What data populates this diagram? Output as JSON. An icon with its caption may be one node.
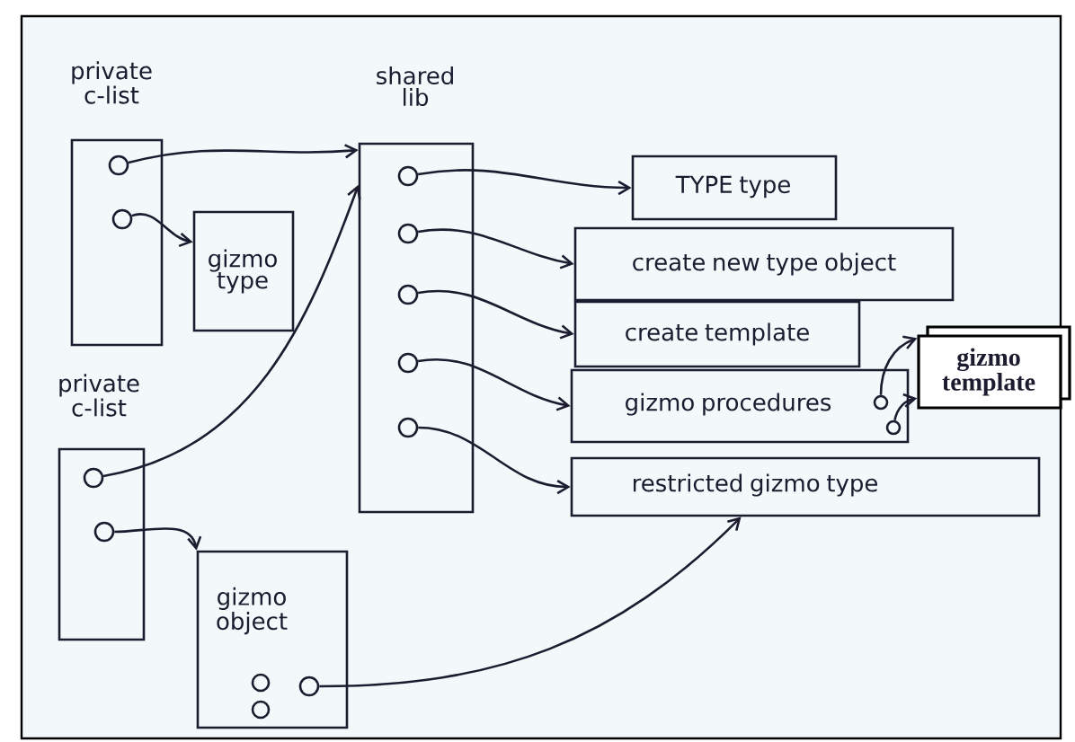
{
  "diagram": {
    "nodes": [
      {
        "text": [
          "private c-list"
        ]
      },
      {
        "text": [],
        "shape": "circle",
        "in": 0
      },
      {
        "text": [],
        "shape": "circle",
        "in": 0
      },
      {
        "text": [
          "gizmo type"
        ]
      },
      {
        "text": [
          "shared lib"
        ]
      },
      {
        "text": [],
        "shape": "circle",
        "in": 4
      },
      {
        "text": [],
        "shape": "circle",
        "in": 4
      },
      {
        "text": [],
        "shape": "circle",
        "in": 4
      },
      {
        "text": [],
        "shape": "circle",
        "in": 4
      },
      {
        "text": [],
        "shape": "circle",
        "in": 4
      },
      {
        "text": [
          "TYPE type"
        ]
      },
      {
        "text": [
          "create new type object"
        ]
      },
      {
        "text": [
          "create template"
        ]
      },
      {
        "text": [
          "gizmo procedures"
        ]
      },
      {
        "text": [],
        "shape": "circle",
        "in": 13
      },
      {
        "text": [],
        "shape": "circle",
        "in": 13
      },
      {
        "text": [
          "gizmo template"
        ]
      },
      {
        "text": [
          "restricted gizmo type"
        ]
      },
      {
        "text": [
          "private c-list"
        ]
      },
      {
        "text": [],
        "shape": "circle",
        "in": 18
      },
      {
        "text": [],
        "shape": "circle",
        "in": 18
      },
      {
        "text": [
          "gizmo object"
        ]
      },
      {
        "text": [],
        "shape": "circle",
        "in": 21
      },
      {
        "text": [],
        "shape": "circle",
        "in": 21
      },
      {
        "text": [],
        "shape": "circle",
        "in": 21
      }
    ],
    "edges": [
      {
        "from": 1,
        "to": 4,
        "arrow": "to"
      },
      {
        "from": 2,
        "to": 3,
        "arrow": "to"
      },
      {
        "from": 5,
        "to": 10,
        "arrow": "to"
      },
      {
        "from": 6,
        "to": 11,
        "arrow": "to"
      },
      {
        "from": 7,
        "to": 12,
        "arrow": "to"
      },
      {
        "from": 8,
        "to": 13,
        "arrow": "to"
      },
      {
        "from": 9,
        "to": 17,
        "arrow": "to"
      },
      {
        "from": 14,
        "to": 16,
        "arrow": "to"
      },
      {
        "from": 15,
        "to": 16,
        "arrow": "to"
      },
      {
        "from": 19,
        "to": 4,
        "arrow": "to"
      },
      {
        "from": 20,
        "to": 21,
        "arrow": "to"
      },
      {
        "from": 24,
        "to": 17,
        "arrow": "to"
      }
    ]
  }
}
